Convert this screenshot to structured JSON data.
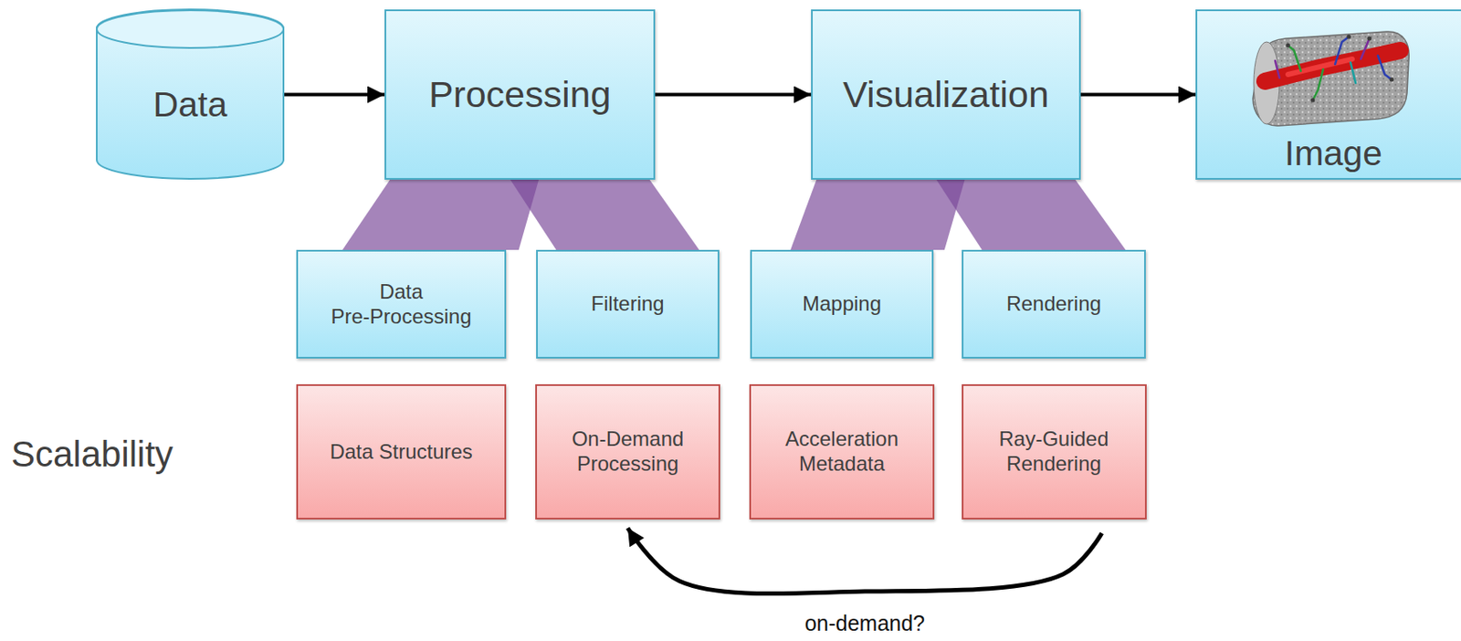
{
  "diagram": {
    "nodes": [
      {
        "text": [
          "Data"
        ]
      },
      {
        "text": [
          "Processing"
        ]
      },
      {
        "text": [
          "Visualization"
        ]
      },
      {
        "text": [
          "Image"
        ]
      },
      {
        "text": [
          "Data Pre-Processing"
        ]
      },
      {
        "text": [
          "Filtering"
        ]
      },
      {
        "text": [
          "Mapping"
        ]
      },
      {
        "text": [
          "Rendering"
        ]
      },
      {
        "text": [
          "Data Structures"
        ]
      },
      {
        "text": [
          "On-Demand Processing"
        ]
      },
      {
        "text": [
          "Acceleration Metadata"
        ]
      },
      {
        "text": [
          "Ray-Guided Rendering"
        ]
      }
    ],
    "edges": [
      {
        "from": 0,
        "to": 1,
        "arrow": "to"
      },
      {
        "from": 1,
        "to": 2,
        "arrow": "to"
      },
      {
        "from": 2,
        "to": 3,
        "arrow": "to"
      },
      {
        "from": 1,
        "to": 4,
        "arrow": "none"
      },
      {
        "from": 1,
        "to": 5,
        "arrow": "none"
      },
      {
        "from": 2,
        "to": 6,
        "arrow": "none"
      },
      {
        "from": 2,
        "to": 7,
        "arrow": "none"
      },
      {
        "from": 11,
        "to": 9,
        "label": "on-demand?",
        "arrow": "to"
      }
    ],
    "labels": [
      "Scalability"
    ]
  }
}
